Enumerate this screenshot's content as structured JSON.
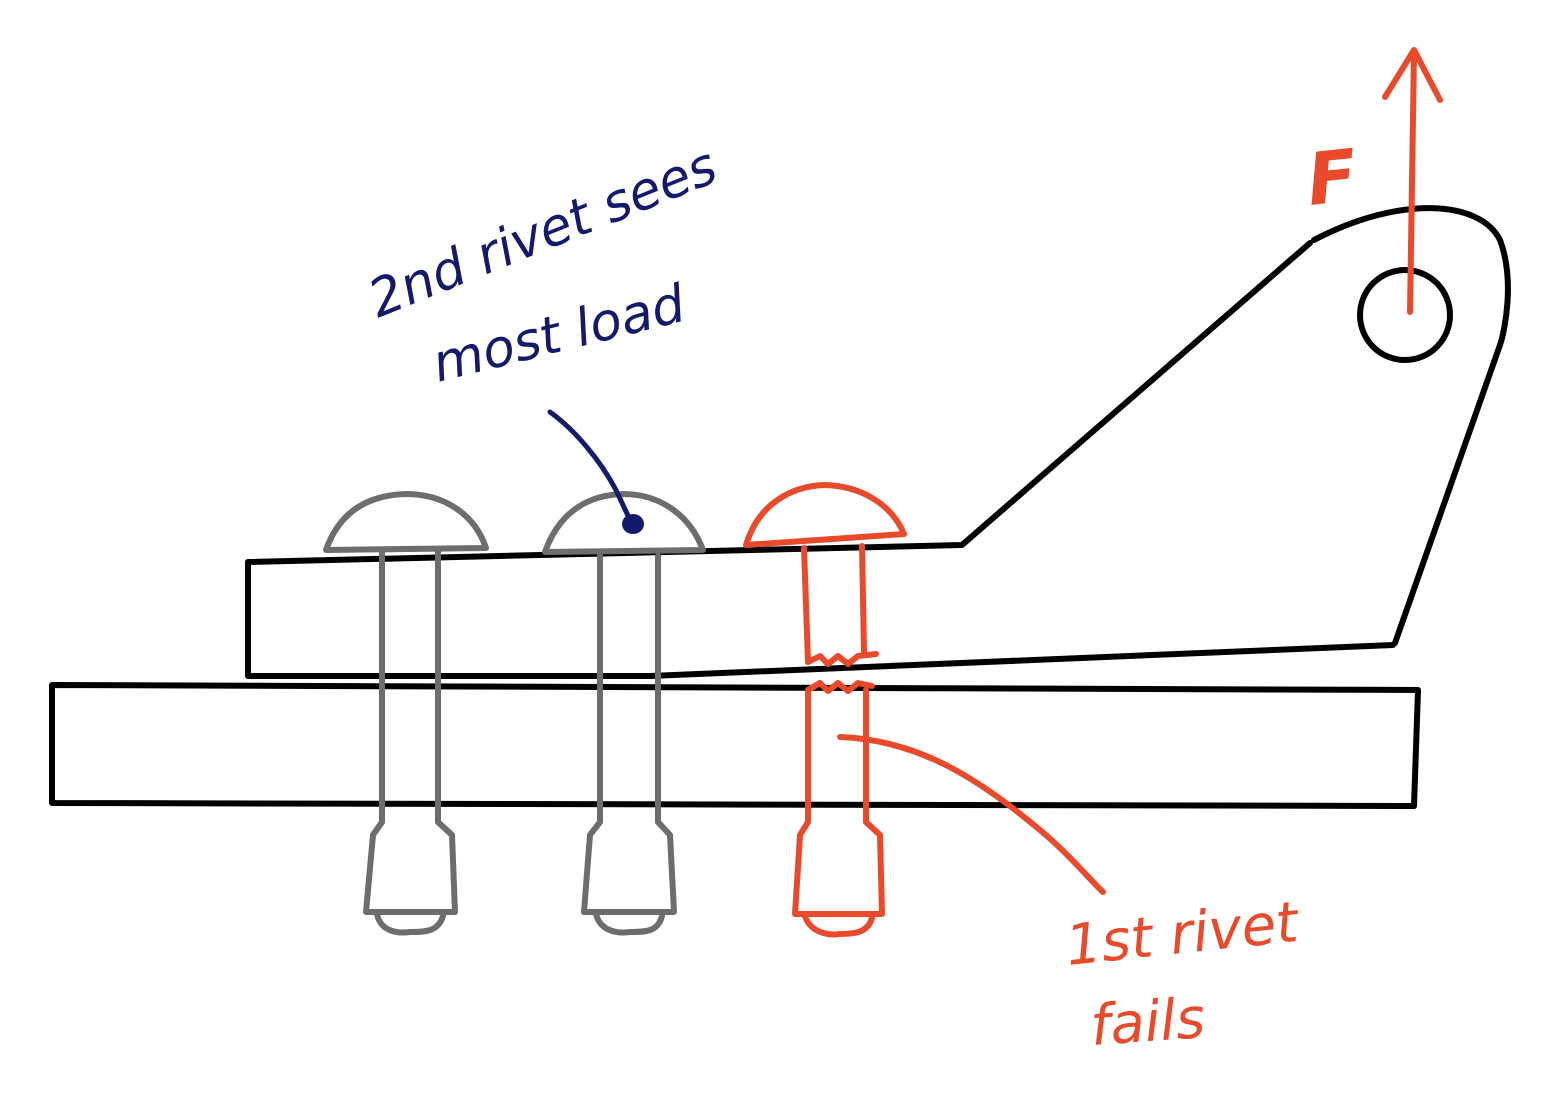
{
  "annotations": {
    "second_rivet_line1": "2nd rivet sees",
    "second_rivet_line2": "most load",
    "first_rivet_line1": "1st rivet",
    "first_rivet_line2": "fails",
    "force_label": "F"
  },
  "colors": {
    "outline": "#000000",
    "intact_rivet": "#6d6d6d",
    "failed_rivet": "#ea4a2c",
    "note_ink": "#141a6b"
  }
}
